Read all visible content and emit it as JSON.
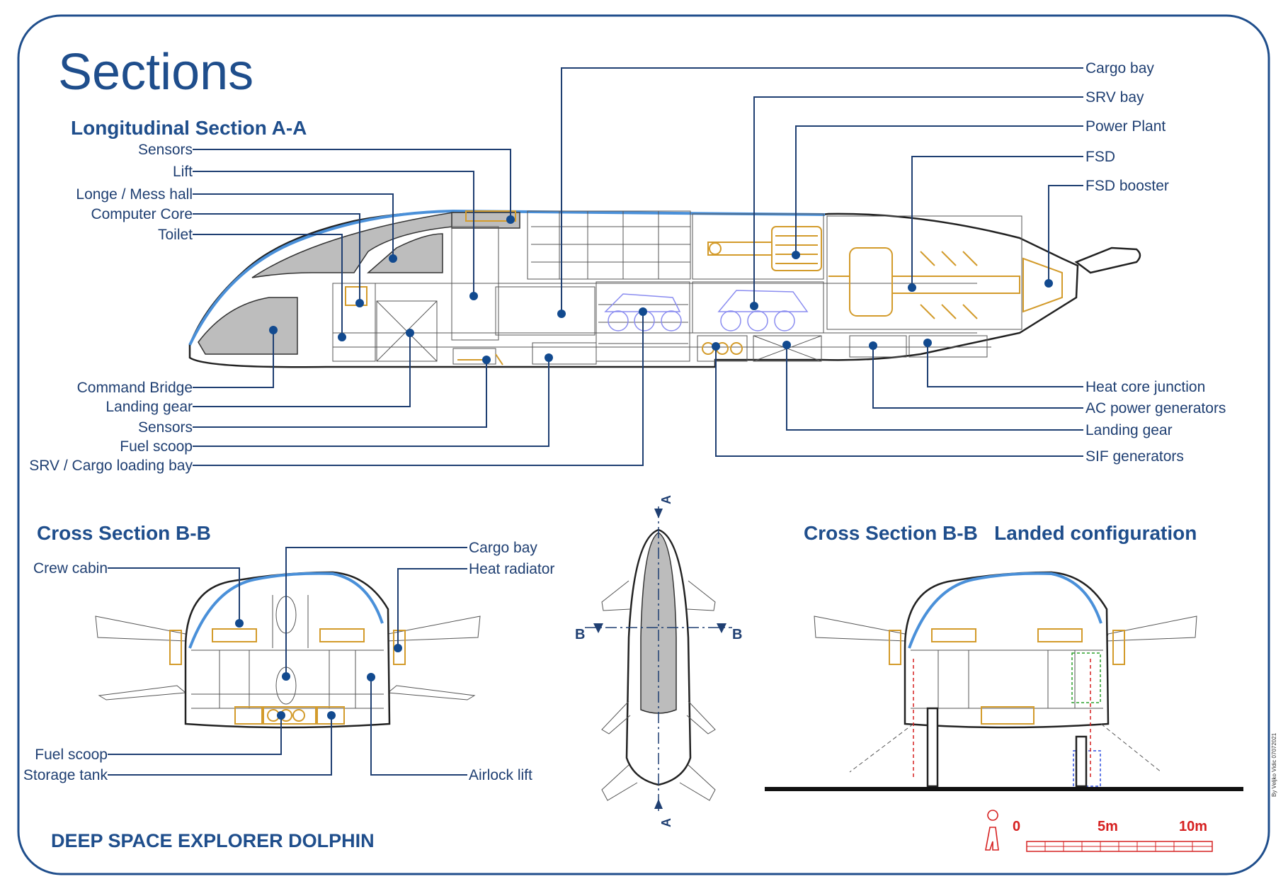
{
  "title": "Sections",
  "subtitle_longitudinal": "Longitudinal Section A-A",
  "subtitle_cross": "Cross Section B-B",
  "subtitle_landed": "Cross Section B-B   Landed configuration",
  "footer": "DEEP SPACE EXPLORER DOLPHIN",
  "credit": "By Veljko Vidic 07072021",
  "plan_marks": {
    "a": "A",
    "b": "B"
  },
  "scale": {
    "zero": "0",
    "mid": "5m",
    "max": "10m"
  },
  "colors": {
    "frame": "#1f4e8c",
    "leader": "#1f3f72",
    "dot": "#124a8f",
    "gold": "#d39b2b",
    "glass_edge": "#4a90d9",
    "alert": "#d62020"
  },
  "longitudinal_left_labels": [
    "Sensors",
    "Lift",
    "Longe / Mess hall",
    "Computer Core",
    "Toilet"
  ],
  "longitudinal_bottom_left_labels": [
    "Command Bridge",
    "Landing gear",
    "Sensors",
    "Fuel scoop",
    "SRV / Cargo loading bay"
  ],
  "longitudinal_right_labels": [
    "Cargo bay",
    "SRV bay",
    "Power Plant",
    "FSD",
    "FSD booster"
  ],
  "longitudinal_bottom_right_labels": [
    "Heat core junction",
    "AC power generators",
    "Landing gear",
    "SIF generators"
  ],
  "cross_labels": [
    "Crew cabin",
    "Cargo bay",
    "Heat radiator",
    "Fuel scoop",
    "Storage tank",
    "Airlock lift"
  ]
}
